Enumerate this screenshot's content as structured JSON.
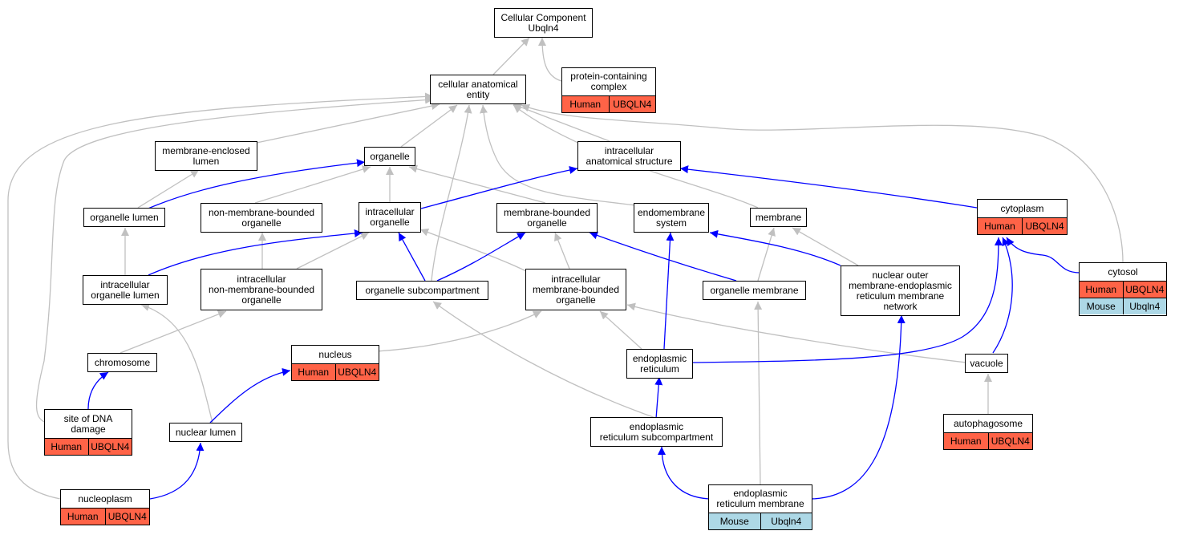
{
  "colors": {
    "human": "#ff6347",
    "mouse": "#add8e6",
    "edge_isa": "#c0c0c0",
    "edge_part": "#0000ff"
  },
  "nodes": {
    "root": {
      "label": "Cellular Component\nUbqln4"
    },
    "cae": {
      "label": "cellular anatomical\nentity"
    },
    "pcc": {
      "label": "protein-containing\ncomplex",
      "species": "Human",
      "gene": "UBQLN4"
    },
    "mel": {
      "label": "membrane-enclosed\nlumen"
    },
    "organelle": {
      "label": "organelle"
    },
    "ias": {
      "label": "intracellular\nanatomical structure"
    },
    "olumen": {
      "label": "organelle lumen"
    },
    "nmbo": {
      "label": "non-membrane-bounded\norganelle"
    },
    "io": {
      "label": "intracellular\norganelle"
    },
    "mbo": {
      "label": "membrane-bounded\norganelle"
    },
    "endosys": {
      "label": "endomembrane\nsystem"
    },
    "membrane": {
      "label": "membrane"
    },
    "cytoplasm": {
      "label": "cytoplasm",
      "species": "Human",
      "gene": "UBQLN4"
    },
    "iol": {
      "label": "intracellular\norganelle lumen"
    },
    "inmbo": {
      "label": "intracellular\nnon-membrane-bounded\norganelle"
    },
    "osub": {
      "label": "organelle subcompartment"
    },
    "imbo": {
      "label": "intracellular\nmembrane-bounded\norganelle"
    },
    "omem": {
      "label": "organelle membrane"
    },
    "nomern": {
      "label": "nuclear outer\nmembrane-endoplasmic\nreticulum membrane\nnetwork"
    },
    "cytosol": {
      "label": "cytosol",
      "rows": [
        {
          "species": "Human",
          "gene": "UBQLN4"
        },
        {
          "species": "Mouse",
          "gene": "Ubqln4"
        }
      ]
    },
    "chromosome": {
      "label": "chromosome"
    },
    "nucleus": {
      "label": "nucleus",
      "species": "Human",
      "gene": "UBQLN4"
    },
    "er": {
      "label": "endoplasmic\nreticulum"
    },
    "vacuole": {
      "label": "vacuole"
    },
    "sdna": {
      "label": "site of DNA\ndamage",
      "species": "Human",
      "gene": "UBQLN4"
    },
    "nlumen": {
      "label": "nuclear lumen"
    },
    "ersub": {
      "label": "endoplasmic\nreticulum subcompartment"
    },
    "autophago": {
      "label": "autophagosome",
      "species": "Human",
      "gene": "UBQLN4"
    },
    "nucleoplasm": {
      "label": "nucleoplasm",
      "species": "Human",
      "gene": "UBQLN4"
    },
    "erm": {
      "label": "endoplasmic\nreticulum membrane",
      "species": "Mouse",
      "gene": "Ubqln4"
    }
  }
}
